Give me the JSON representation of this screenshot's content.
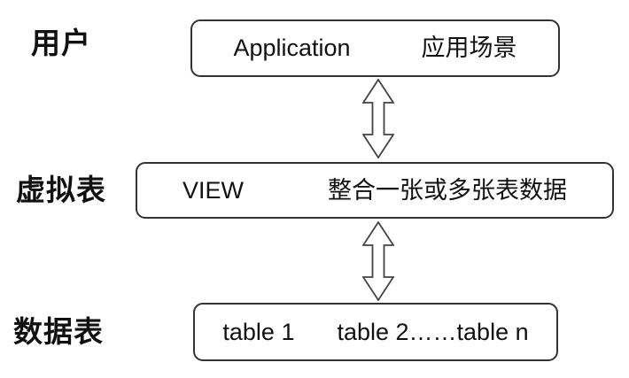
{
  "diagram": {
    "title_semantic": "database view architecture diagram",
    "rows": [
      {
        "label": "用户",
        "box": {
          "left": "Application",
          "right": "应用场景"
        }
      },
      {
        "label": "虚拟表",
        "box": {
          "left": "VIEW",
          "right": "整合一张或多张表数据"
        }
      },
      {
        "label": "数据表",
        "box": {
          "left": "table 1",
          "right": "table 2……table n"
        }
      }
    ],
    "connectors": [
      {
        "type": "double-headed-vertical-arrow",
        "from": "Application",
        "to": "VIEW"
      },
      {
        "type": "double-headed-vertical-arrow",
        "from": "VIEW",
        "to": "tables"
      }
    ],
    "colors": {
      "background": "#ffffff",
      "border": "#333333",
      "text": "#111111",
      "arrow_stroke": "#444444"
    }
  }
}
